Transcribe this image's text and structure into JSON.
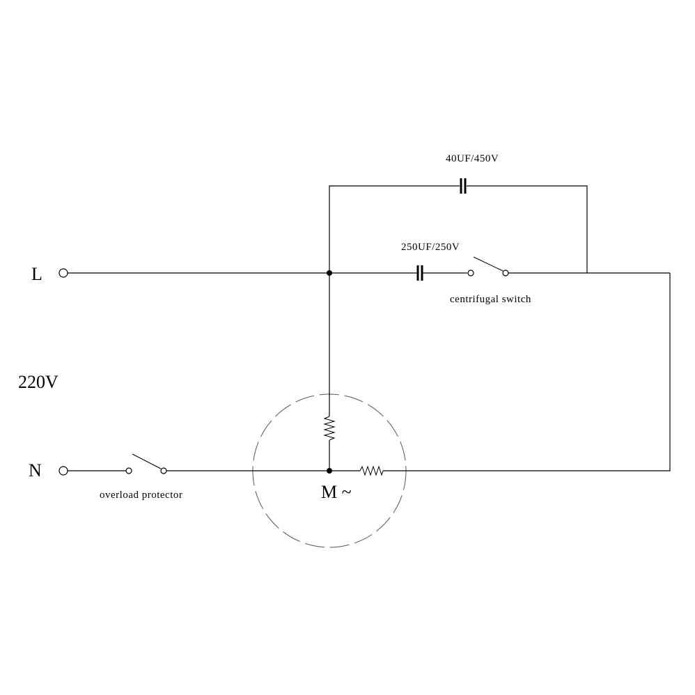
{
  "terminals": {
    "line": "L",
    "neutral": "N"
  },
  "supply_voltage": "220V",
  "components": {
    "run_capacitor": "40UF/450V",
    "start_capacitor": "250UF/250V",
    "centrifugal_switch": "centrifugal switch",
    "overload_protector": "overload protector",
    "motor": "M ~"
  }
}
